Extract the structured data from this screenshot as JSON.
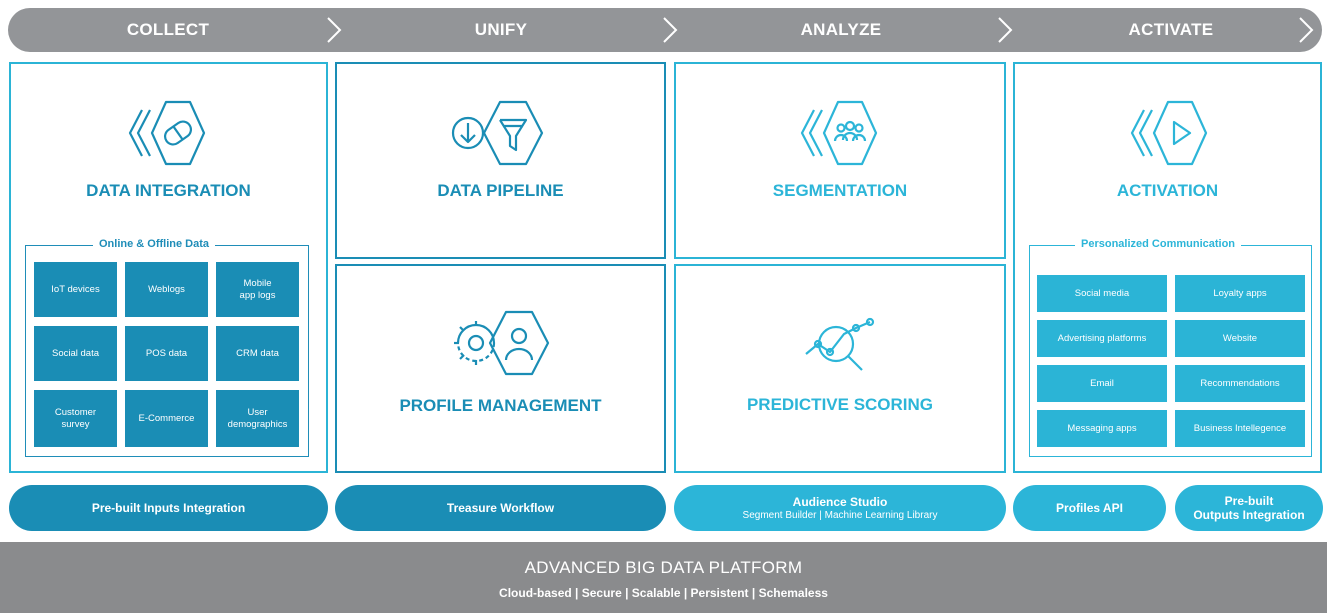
{
  "stages": [
    "COLLECT",
    "UNIFY",
    "ANALYZE",
    "ACTIVATE"
  ],
  "panels": {
    "data_integration": {
      "title": "DATA INTEGRATION",
      "icon": "capsule-hexagon-icon"
    },
    "data_pipeline": {
      "title": "DATA PIPELINE",
      "icon": "download-funnel-icon"
    },
    "segmentation": {
      "title": "SEGMENTATION",
      "icon": "people-group-icon"
    },
    "activation": {
      "title": "ACTIVATION",
      "icon": "play-hexagon-icon"
    },
    "profile_management": {
      "title": "PROFILE MANAGEMENT",
      "icon": "gear-user-icon"
    },
    "predictive_scoring": {
      "title": "PREDICTIVE SCORING",
      "icon": "magnifier-chart-icon"
    }
  },
  "online_offline": {
    "label": "Online & Offline Data",
    "tiles": [
      [
        "IoT devices"
      ],
      [
        "Weblogs"
      ],
      [
        "Mobile",
        "app logs"
      ],
      [
        "Social data"
      ],
      [
        "POS data"
      ],
      [
        "CRM data"
      ],
      [
        "Customer",
        "survey"
      ],
      [
        "E-Commerce"
      ],
      [
        "User",
        "demographics"
      ]
    ]
  },
  "personalized": {
    "label": "Personalized Communication",
    "tiles": [
      "Social media",
      "Loyalty apps",
      "Advertising platforms",
      "Website",
      "Email",
      "Recommendations",
      "Messaging apps",
      "Business Intellegence"
    ]
  },
  "pills": {
    "inputs": "Pre-built Inputs Integration",
    "workflow": "Treasure Workflow",
    "audience_title": "Audience Studio",
    "audience_sub": "Segment Builder  |  Machine Learning Library",
    "profiles_api": "Profiles API",
    "outputs_line1": "Pre-built",
    "outputs_line2": "Outputs Integration"
  },
  "footer": {
    "title": "ADVANCED BIG DATA PLATFORM",
    "subtitle": "Cloud-based   |   Secure   |   Scalable   |   Persistent   |   Schemaless"
  },
  "colors": {
    "dark_blue": "#1a8db5",
    "light_blue": "#2cb5d8",
    "gray": "#8a8b8d"
  }
}
